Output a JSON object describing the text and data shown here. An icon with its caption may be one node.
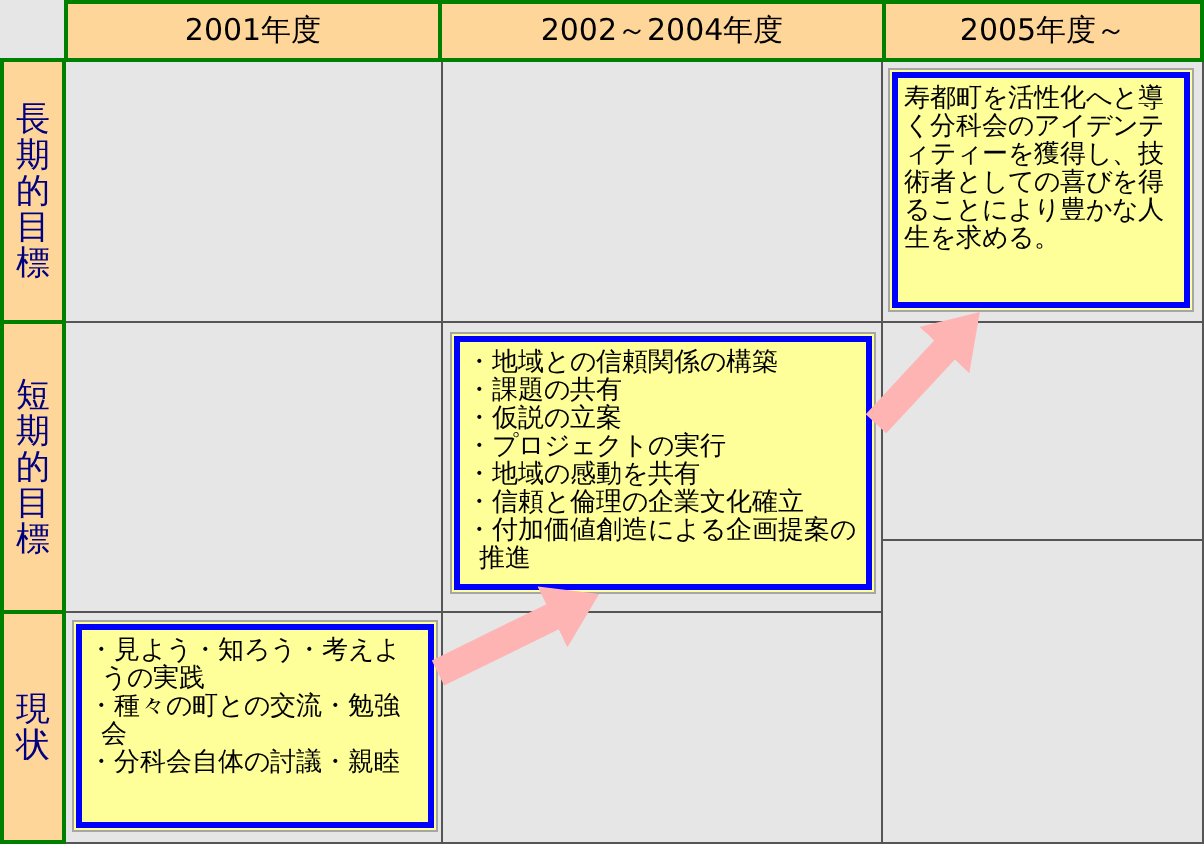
{
  "diagram": {
    "nodes": [
      {
        "text": [
          "寿都町を活性化へと導く分科会のアイデンティティーを獲得し、技術者としての喜びを得ることにより豊かな人生を求める。"
        ]
      },
      {
        "text": [
          "・地域との信頼関係の構築",
          "・課題の共有",
          "・仮説の立案",
          "・プロジェクトの実行",
          "・地域の感動を共有",
          "・信頼と倫理の企業文化確立",
          "・付加価値創造による企画提案の推進"
        ]
      },
      {
        "text": [
          "・見よう・知ろう・考えようの実践",
          "・種々の町との交流・勉強会",
          "・分科会自体の討議・親睦"
        ]
      }
    ],
    "edges": [
      {
        "from": 2,
        "to": 1,
        "arrow": "to"
      },
      {
        "from": 1,
        "to": 0,
        "arrow": "to"
      }
    ],
    "labels": [
      "2001年度",
      "2002～2004年度",
      "2005年度～",
      "長期的目標",
      "短期的目標",
      "現状"
    ]
  }
}
